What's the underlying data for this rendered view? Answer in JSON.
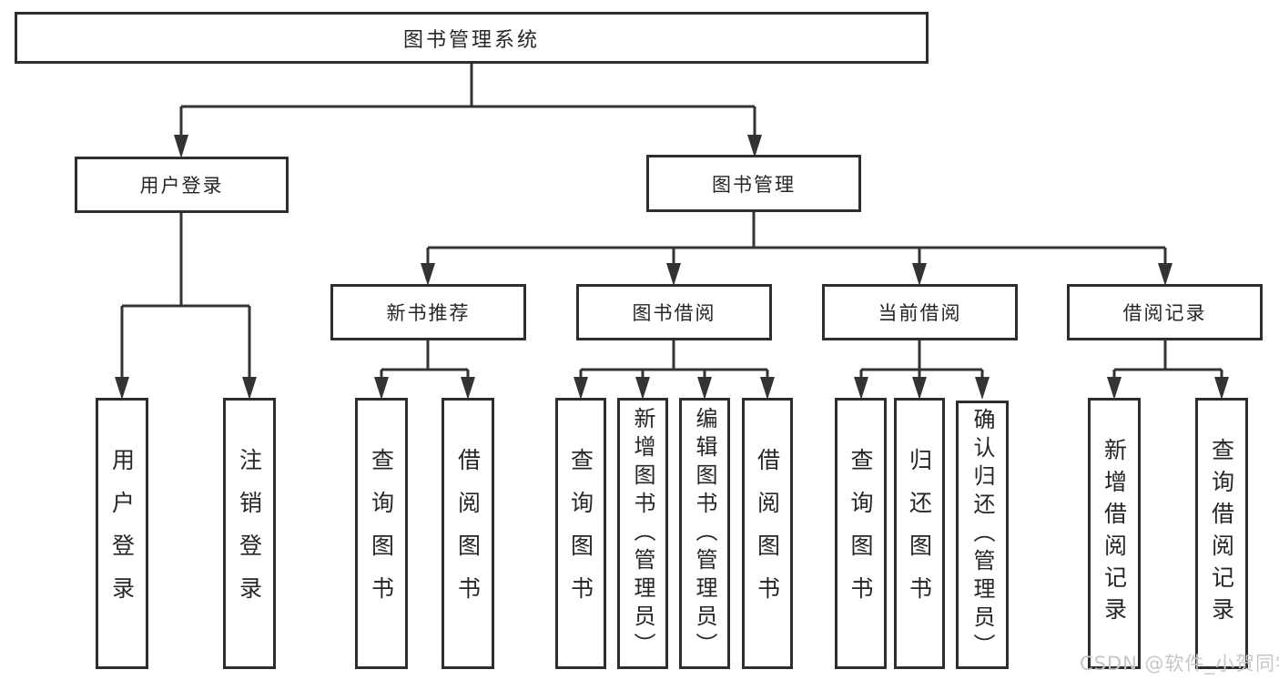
{
  "diagram": {
    "root": {
      "label": "图书管理系统",
      "children": [
        {
          "label": "用户登录",
          "children": [
            {
              "label": "用户登录"
            },
            {
              "label": "注销登录"
            }
          ]
        },
        {
          "label": "图书管理",
          "children": [
            {
              "label": "新书推荐",
              "children": [
                {
                  "label": "查询图书"
                },
                {
                  "label": "借阅图书"
                }
              ]
            },
            {
              "label": "图书借阅",
              "children": [
                {
                  "label": "查询图书"
                },
                {
                  "label": "新增图书（管理员）"
                },
                {
                  "label": "编辑图书（管理员）"
                },
                {
                  "label": "借阅图书"
                }
              ]
            },
            {
              "label": "当前借阅",
              "children": [
                {
                  "label": "查询图书"
                },
                {
                  "label": "归还图书"
                },
                {
                  "label": "确认归还（管理员）"
                }
              ]
            },
            {
              "label": "借阅记录",
              "children": [
                {
                  "label": "新增借阅记录"
                },
                {
                  "label": "查询借阅记录"
                }
              ]
            }
          ]
        }
      ]
    }
  },
  "watermark": {
    "text": "CSDN @软件_小贺同学"
  },
  "colors": {
    "line": "#333333",
    "border": "#2e2e2e",
    "fill": "#ffffff",
    "text": "#262626",
    "watermark": "#c7c7c7"
  }
}
